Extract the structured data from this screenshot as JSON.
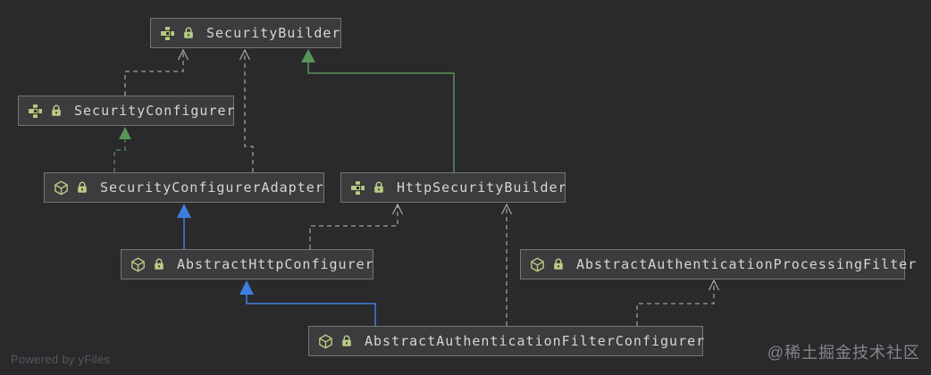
{
  "diagram": {
    "nodes": [
      {
        "id": "SecurityBuilder",
        "label": "SecurityBuilder",
        "kind": "interface",
        "locked": true
      },
      {
        "id": "SecurityConfigurer",
        "label": "SecurityConfigurer",
        "kind": "interface",
        "locked": true
      },
      {
        "id": "SecurityConfigurerAdapter",
        "label": "SecurityConfigurerAdapter",
        "kind": "class",
        "locked": true
      },
      {
        "id": "HttpSecurityBuilder",
        "label": "HttpSecurityBuilder",
        "kind": "interface",
        "locked": true
      },
      {
        "id": "AbstractHttpConfigurer",
        "label": "AbstractHttpConfigurer",
        "kind": "class",
        "locked": true
      },
      {
        "id": "AbstractAuthenticationProcessingFilter",
        "label": "AbstractAuthenticationProcessingFilter",
        "kind": "class",
        "locked": true
      },
      {
        "id": "AbstractAuthenticationFilterConfigurer",
        "label": "AbstractAuthenticationFilterConfigurer",
        "kind": "class",
        "locked": true
      }
    ],
    "edges": [
      {
        "from": "SecurityConfigurer",
        "to": "SecurityBuilder",
        "type": "dependency",
        "style": "dashed-gray-open-arrow"
      },
      {
        "from": "SecurityConfigurerAdapter",
        "to": "SecurityBuilder",
        "type": "dependency",
        "style": "dashed-gray-open-arrow"
      },
      {
        "from": "HttpSecurityBuilder",
        "to": "SecurityBuilder",
        "type": "extends-interface",
        "style": "solid-green-triangle"
      },
      {
        "from": "SecurityConfigurerAdapter",
        "to": "SecurityConfigurer",
        "type": "implements",
        "style": "dashed-green-triangle"
      },
      {
        "from": "AbstractHttpConfigurer",
        "to": "SecurityConfigurerAdapter",
        "type": "extends",
        "style": "solid-blue-triangle"
      },
      {
        "from": "AbstractHttpConfigurer",
        "to": "HttpSecurityBuilder",
        "type": "dependency",
        "style": "dashed-gray-open-arrow"
      },
      {
        "from": "AbstractAuthenticationFilterConfigurer",
        "to": "HttpSecurityBuilder",
        "type": "dependency",
        "style": "dashed-gray-open-arrow"
      },
      {
        "from": "AbstractAuthenticationFilterConfigurer",
        "to": "AbstractHttpConfigurer",
        "type": "extends",
        "style": "solid-blue-triangle"
      },
      {
        "from": "AbstractAuthenticationFilterConfigurer",
        "to": "AbstractAuthenticationProcessingFilter",
        "type": "dependency",
        "style": "dashed-gray-open-arrow"
      }
    ],
    "colors": {
      "background": "#2a292b",
      "node_fill": "#3c3b3e",
      "node_border": "#747678",
      "node_text": "#d6d6d4",
      "icon_green": "#b8cc84",
      "edge_green": "#57945b",
      "edge_blue": "#3f7ee0",
      "edge_gray": "#bcbcbc"
    }
  },
  "footer": {
    "powered_by": "Powered by yFiles",
    "watermark": "@稀土掘金技术社区"
  }
}
